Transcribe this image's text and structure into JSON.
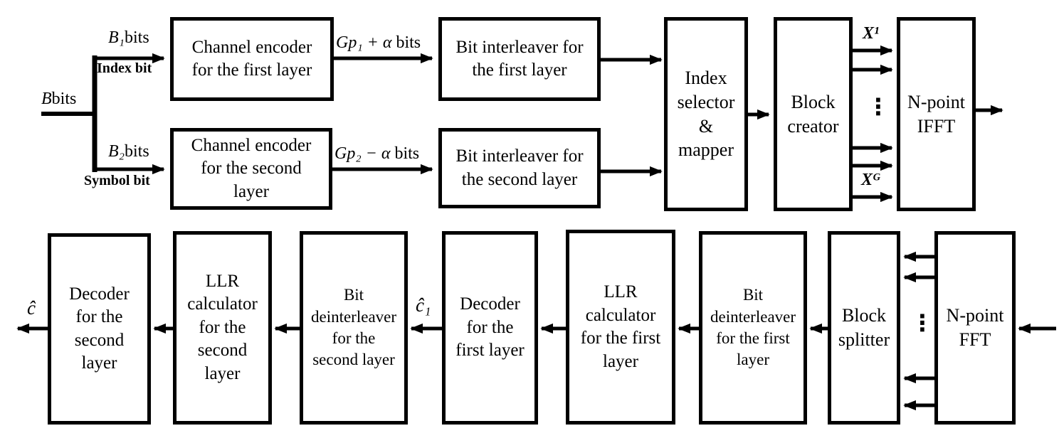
{
  "tx": {
    "boxes": {
      "channel_encoder_1": "Channel encoder\nfor the first layer",
      "channel_encoder_2": "Channel encoder\nfor the second\nlayer",
      "bit_interleaver_1": "Bit interleaver for\nthe first layer",
      "bit_interleaver_2": "Bit interleaver for\nthe second layer",
      "index_selector": "Index\nselector\n&\nmapper",
      "block_creator": "Block\ncreator",
      "npoint_ifft": "N-point\nIFFT"
    },
    "labels": {
      "b": {
        "var": "B",
        "unit": "bits"
      },
      "b1": {
        "var": "B₁",
        "unit": "bits"
      },
      "b1_name": "Index bit",
      "b2": {
        "var": "B₂",
        "unit": "bits"
      },
      "b2_name": "Symbol bit",
      "gp1": {
        "var": "Gp₁ + α",
        "unit": " bits"
      },
      "gp2": {
        "var": "Gp₂ − α",
        "unit": " bits"
      },
      "x1": "X¹",
      "xg": "Xᴳ",
      "dots": "⋮"
    }
  },
  "rx": {
    "boxes": {
      "npoint_fft": "N-point\nFFT",
      "block_splitter": "Block\nsplitter",
      "bit_deinterleaver_1": "Bit\ndeinterleaver\nfor the first\nlayer",
      "llr_calculator_1": "LLR\ncalculator\nfor the first\nlayer",
      "decoder_1": "Decoder\nfor the\nfirst layer",
      "bit_deinterleaver_2": "Bit\ndeinterleaver\nfor the\nsecond layer",
      "llr_calculator_2": "LLR\ncalculator\nfor the\nsecond\nlayer",
      "decoder_2": "Decoder\nfor the\nsecond\nlayer"
    },
    "labels": {
      "c1_hat": "ĉ₁",
      "c_hat": "ĉ",
      "dots": "⋮"
    }
  },
  "colors": {
    "ink": "#000000",
    "background": "#ffffff"
  }
}
